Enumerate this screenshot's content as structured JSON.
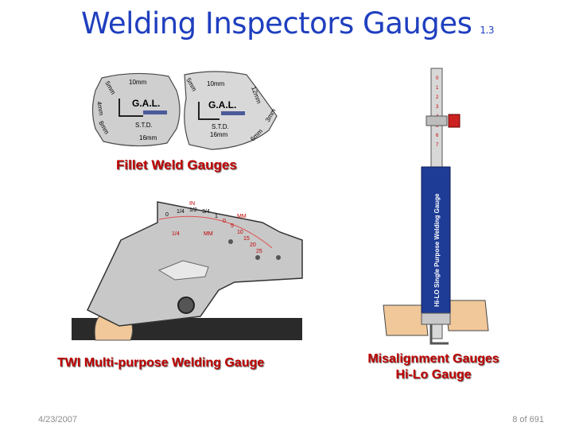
{
  "slide": {
    "title": "Welding Inspectors Gauges",
    "title_suffix": "1.3",
    "date": "4/23/2007",
    "page": "8 of 691"
  },
  "captions": {
    "fillet": "Fillet Weld Gauges",
    "twi": "TWI Multi-purpose Welding Gauge",
    "misalign_line1": "Misalignment Gauges",
    "misalign_line2": "Hi-Lo Gauge"
  },
  "fillet_gauge": {
    "brand": "G.A.L.",
    "model": "S.T.D.",
    "top_label": "10mm",
    "bottom_label": "16mm",
    "side_labels": [
      "5mm",
      "4mm",
      "8mm",
      "6mm",
      "3mm",
      "12mm"
    ]
  },
  "twi_gauge": {
    "top_marks": [
      "0",
      "1/4",
      "1/2",
      "3/4",
      "1",
      "IN"
    ],
    "mm_marks": [
      "0",
      "5",
      "10",
      "15",
      "20",
      "25",
      "MM"
    ],
    "inner_marks": [
      "1/4",
      "MM"
    ]
  },
  "hilo_gauge": {
    "label": "Hi-LO  Single Purpose Welding Gauge",
    "scale_marks": [
      "0",
      "1",
      "2",
      "3",
      "4",
      "5",
      "6",
      "7"
    ]
  },
  "colors": {
    "title": "#1f3fbf",
    "caption": "#c00000",
    "gauge_metal": "#c8c8c8",
    "hilo_body": "#1e3c96",
    "weld": "#f0c89a"
  }
}
